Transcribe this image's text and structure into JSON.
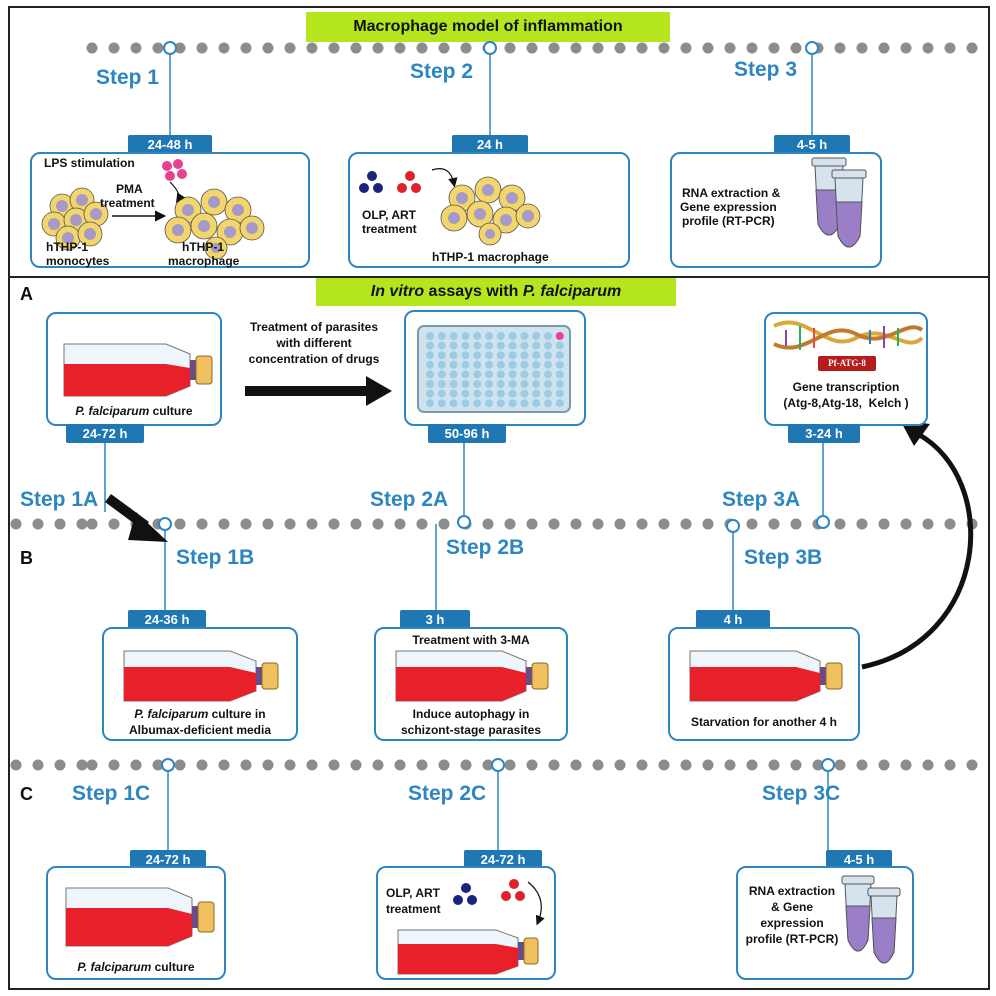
{
  "colors": {
    "step_blue": "#2e86c1",
    "tag_blue": "#1f77b4",
    "banner_green": "#b5e61d",
    "flask_red": "#e8202a",
    "dots_gray": "#8c8c8c"
  },
  "top": {
    "banner": "Macrophage model of inflammation",
    "steps": [
      "Step 1",
      "Step 2",
      "Step 3"
    ],
    "durations": [
      "24-48 h",
      "24 h",
      "4-5 h"
    ],
    "box1": {
      "lps": "LPS stimulation",
      "pma": "PMA",
      "treatment": "treatment",
      "mono1": "hTHP-1",
      "mono2": "monocytes",
      "mac1": "hTHP-1",
      "mac2": "macrophage"
    },
    "box2": {
      "drug1": "OLP, ART",
      "drug2": "treatment",
      "cell": "hTHP-1 macrophage"
    },
    "box3": {
      "line1": "RNA extraction &",
      "line2": "Gene expression",
      "line3": "profile (RT-PCR)"
    }
  },
  "bottom": {
    "banner_italic": "In vitro",
    "banner_mid": " assays with ",
    "banner_italic2": "P. falciparum",
    "labels": [
      "A",
      "B",
      "C"
    ],
    "row_a": {
      "steps": [
        "Step 1A",
        "Step 2A",
        "Step 3A"
      ],
      "durations": [
        "24-72 h",
        "50-96 h",
        "3-24 h"
      ],
      "culture_italic": "P. falciparum",
      "culture_rest": " culture",
      "arrow_text": [
        "Treatment of parasites",
        "with different",
        "concentration of drugs"
      ],
      "gene_label": "Pf-ATG-8",
      "gene_line1": "Gene transcription",
      "gene_line2": "(Atg-8,Atg-18,  Kelch )"
    },
    "row_b": {
      "steps": [
        "Step 1B",
        "Step 2B",
        "Step 3B"
      ],
      "durations": [
        "24-36 h",
        "3 h",
        "4 h"
      ],
      "box1_italic": "P. falciparum",
      "box1_rest": " culture in",
      "box1_line2": "Albumax-deficient media",
      "box2_top": "Treatment with 3-MA",
      "box2_line1": "Induce autophagy in",
      "box2_line2": "schizont-stage parasites",
      "box3": "Starvation for another 4 h"
    },
    "row_c": {
      "steps": [
        "Step 1C",
        "Step 2C",
        "Step 3C"
      ],
      "durations": [
        "24-72 h",
        "24-72 h",
        "4-5 h"
      ],
      "culture_italic": "P. falciparum",
      "culture_rest": " culture",
      "drug1": "OLP, ART",
      "drug2": "treatment",
      "rna": [
        "RNA extraction",
        "& Gene",
        "expression",
        "profile (RT-PCR)"
      ]
    }
  }
}
